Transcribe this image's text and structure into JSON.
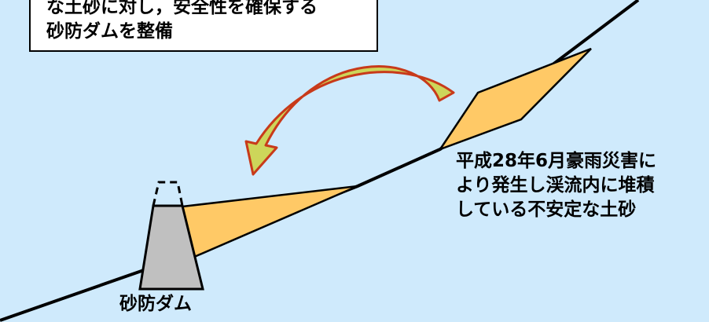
{
  "callout": {
    "lines": [
      "な土砂に対し，安全性を確保する",
      "砂防ダムを整備"
    ]
  },
  "sediment_note": {
    "lines": [
      "平成28年6月豪雨災害に",
      "より発生し渓流内に堆積",
      "している不安定な土砂"
    ]
  },
  "dam": {
    "label": "砂防ダム"
  },
  "colors": {
    "background": "#cfeafc",
    "sediment_fill": "#ffc966",
    "dam_fill": "#c0c0c0",
    "arrow_fill": "#cdd65a",
    "arrow_outline": "#c83a1a",
    "line": "#000000"
  }
}
